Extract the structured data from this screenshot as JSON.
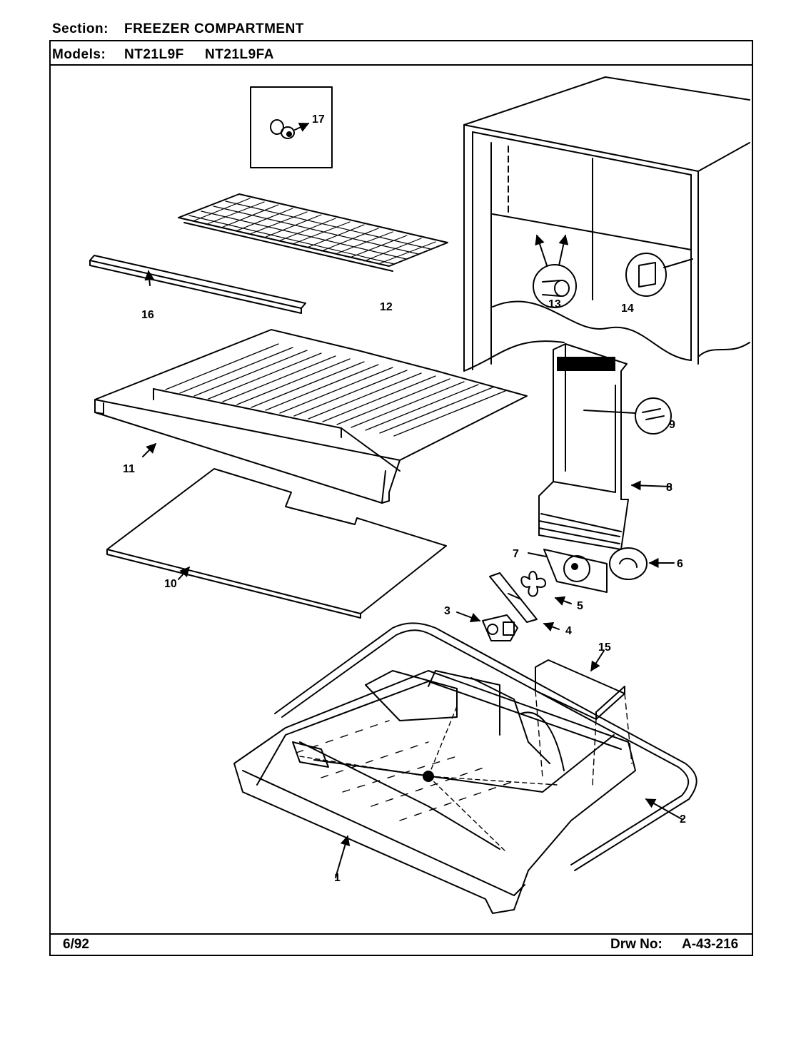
{
  "header": {
    "section_label": "Section:",
    "section_value": "FREEZER COMPARTMENT",
    "models_label": "Models:",
    "models": [
      "NT21L9F",
      "NT21L9FA"
    ]
  },
  "footer": {
    "date": "6/92",
    "drawing_label": "Drw No:",
    "drawing_number": "A-43-216"
  },
  "callouts": {
    "c1": "1",
    "c2": "2",
    "c3": "3",
    "c4": "4",
    "c5": "5",
    "c6": "6",
    "c7": "7",
    "c8": "8",
    "c9": "9",
    "c10": "10",
    "c11": "11",
    "c12": "12",
    "c13": "13",
    "c14": "14",
    "c15": "15",
    "c16": "16",
    "c17": "17"
  }
}
